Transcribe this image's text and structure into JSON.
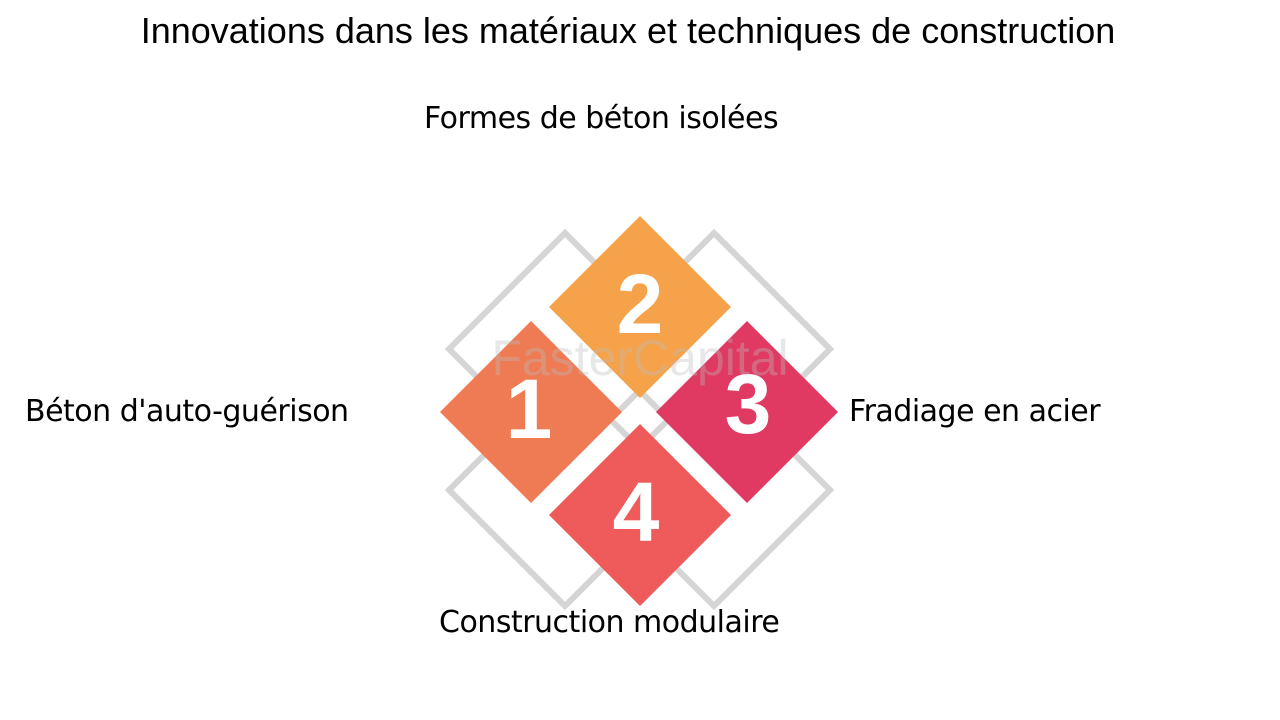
{
  "title": "Innovations dans les matériaux et techniques de construction",
  "items": [
    {
      "number": "2",
      "label": "Formes de béton isolées",
      "color": "#F5A24A"
    },
    {
      "number": "1",
      "label": "Béton d'auto-guérison",
      "color": "#EE7B54"
    },
    {
      "number": "3",
      "label": "Fradiage en acier",
      "color": "#E03A62"
    },
    {
      "number": "4",
      "label": "Construction modulaire",
      "color": "#EF5A5A"
    }
  ],
  "outline_color": "#D5D5D5",
  "watermark": "FasterCapital"
}
